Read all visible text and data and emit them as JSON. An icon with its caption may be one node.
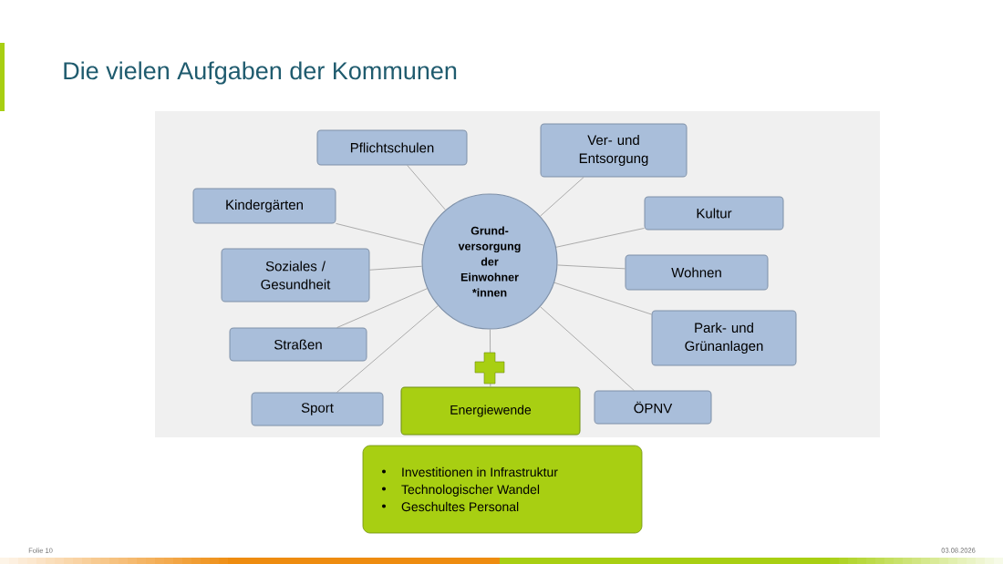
{
  "diagram": {
    "title": "Die vielen Aufgaben der Kommunen",
    "nodes": [
      {
        "text": [
          "Grund- versorgung der Einwohner *innen"
        ]
      },
      {
        "text": [
          "Pflichtschulen"
        ]
      },
      {
        "text": [
          "Ver- und Entsorgung"
        ]
      },
      {
        "text": [
          "Kindergärten"
        ]
      },
      {
        "text": [
          "Kultur"
        ]
      },
      {
        "text": [
          "Soziales / Gesundheit"
        ]
      },
      {
        "text": [
          "Wohnen"
        ]
      },
      {
        "text": [
          "Straßen"
        ]
      },
      {
        "text": [
          "Park- und Grünanlagen"
        ]
      },
      {
        "text": [
          "Sport"
        ]
      },
      {
        "text": [
          "Energiewende"
        ]
      },
      {
        "text": [
          "ÖPNV"
        ]
      },
      {
        "text": [
          "Investitionen in Infrastruktur",
          "Technologischer Wandel",
          "Geschultes Personal"
        ]
      }
    ],
    "edges": [
      {
        "from": 0,
        "to": 1,
        "arrow": "none"
      },
      {
        "from": 0,
        "to": 2,
        "arrow": "none"
      },
      {
        "from": 0,
        "to": 3,
        "arrow": "none"
      },
      {
        "from": 0,
        "to": 4,
        "arrow": "none"
      },
      {
        "from": 0,
        "to": 5,
        "arrow": "none"
      },
      {
        "from": 0,
        "to": 6,
        "arrow": "none"
      },
      {
        "from": 0,
        "to": 7,
        "arrow": "none"
      },
      {
        "from": 0,
        "to": 8,
        "arrow": "none"
      },
      {
        "from": 0,
        "to": 9,
        "arrow": "none"
      },
      {
        "from": 0,
        "to": 10,
        "arrow": "none"
      },
      {
        "from": 0,
        "to": 11,
        "arrow": "none"
      }
    ],
    "labels": [
      "Folie 10",
      "03.08.2026"
    ]
  }
}
